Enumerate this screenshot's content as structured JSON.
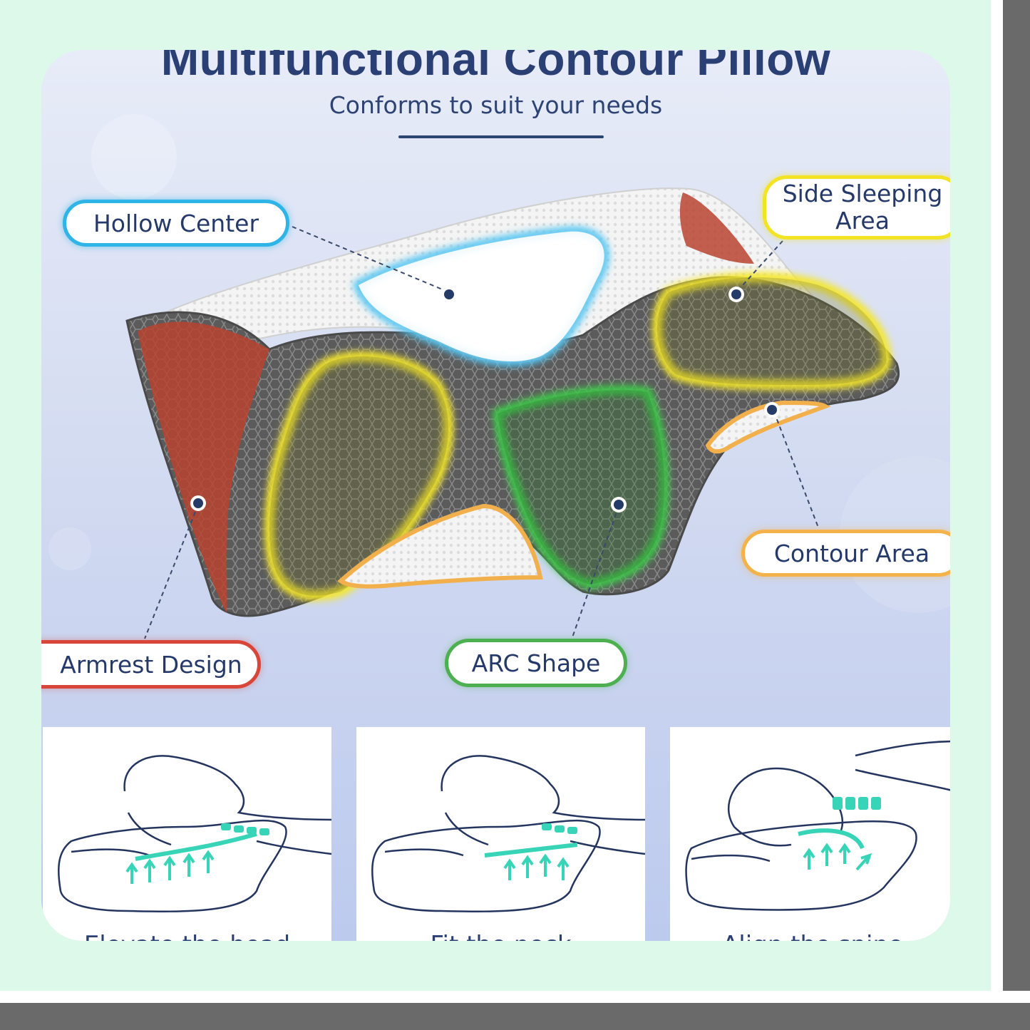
{
  "heading": {
    "title": "Multifunctional Contour Pillow",
    "subtitle": "Conforms to suit your needs"
  },
  "callouts": {
    "hollow_center": "Hollow Center",
    "side_sleeping_area": "Side Sleeping Area",
    "contour_area": "Contour Area",
    "armrest_design": "Armrest Design",
    "arc_shape": "ARC Shape"
  },
  "panels": [
    {
      "caption": "Elevate the head"
    },
    {
      "caption": "Fit the neck"
    },
    {
      "caption": "Align the spine"
    }
  ],
  "colors": {
    "hollow": "#2fb4e8",
    "side": "#f2e324",
    "contour": "#f4b24a",
    "armrest": "#d8463a",
    "arc": "#4caf50",
    "heading": "#2a3f73"
  }
}
